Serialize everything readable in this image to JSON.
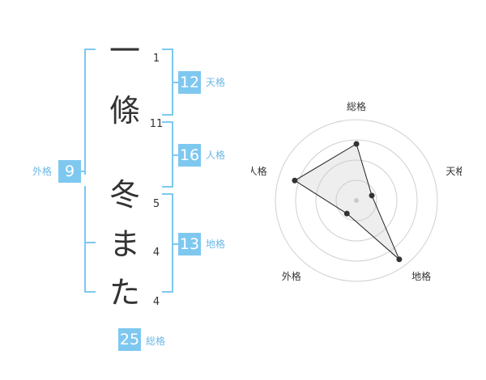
{
  "colors": {
    "accent": "#7ec8f0",
    "accent_text": "#6cb8e6",
    "text": "#333333"
  },
  "name": {
    "characters": [
      {
        "char": "一",
        "strokes": "1"
      },
      {
        "char": "條",
        "strokes": "11"
      },
      {
        "char": "冬",
        "strokes": "5"
      },
      {
        "char": "ま",
        "strokes": "4"
      },
      {
        "char": "た",
        "strokes": "4"
      }
    ]
  },
  "fortune": {
    "tenkaku": {
      "value": "12",
      "label": "天格"
    },
    "jinkaku": {
      "value": "16",
      "label": "人格"
    },
    "chikaku": {
      "value": "13",
      "label": "地格"
    },
    "gaikaku": {
      "value": "9",
      "label": "外格"
    },
    "soukaku": {
      "value": "25",
      "label": "総格"
    }
  },
  "chart_data": {
    "type": "radar",
    "axes": [
      "総格",
      "天格",
      "地格",
      "外格",
      "人格"
    ],
    "values": [
      0.7,
      0.2,
      0.9,
      0.2,
      0.8
    ],
    "max": 1,
    "rings": 4,
    "grid": true
  }
}
